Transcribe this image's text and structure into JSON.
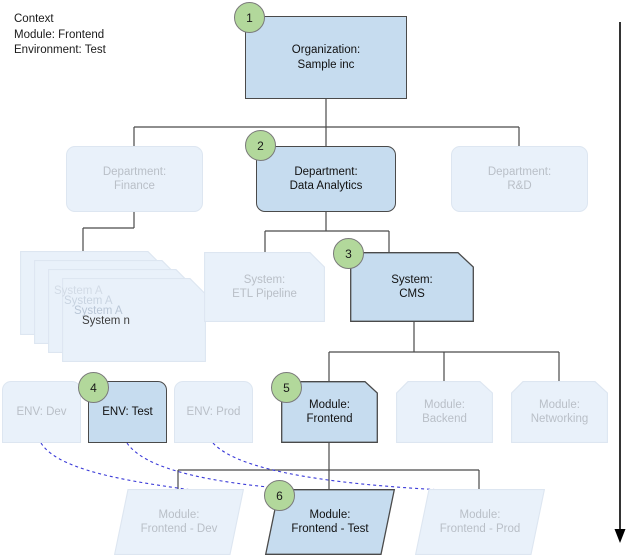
{
  "context": {
    "name": "diagram-context",
    "lines": "Context\nModule: Frontend\nEnvironment: Test"
  },
  "colors": {
    "active_fill": "#c6dcef",
    "active_border": "#4a4a4a",
    "active_text": "#111111",
    "inactive_fill": "#e9f1fa",
    "inactive_border": "#dde6f1",
    "inactive_text": "#b9bfc7",
    "badge_fill": "#b2d89b",
    "badge_border": "#7a7a7a",
    "edge": "#4a4a4a",
    "dashed_edge": "#3b3bd8",
    "arrow": "#000000"
  },
  "nodes": {
    "organization": {
      "label": "Organization:\nSample inc",
      "badge": "1",
      "state": "active"
    },
    "dept_finance": {
      "label": "Department:\nFinance",
      "state": "inactive"
    },
    "dept_data_analytics": {
      "label": "Department:\nData Analytics",
      "badge": "2",
      "state": "active"
    },
    "dept_rnd": {
      "label": "Department:\nR&D",
      "state": "inactive"
    },
    "system_stack": {
      "cards": [
        "System A",
        "System A",
        "System A",
        "System n"
      ],
      "state": "inactive"
    },
    "system_etl": {
      "label": "System:\nETL Pipeline",
      "state": "inactive"
    },
    "system_cms": {
      "label": "System:\nCMS",
      "badge": "3",
      "state": "active"
    },
    "env_dev": {
      "label": "ENV: Dev",
      "state": "inactive"
    },
    "env_test": {
      "label": "ENV: Test",
      "badge": "4",
      "state": "active"
    },
    "env_prod": {
      "label": "ENV: Prod",
      "state": "inactive"
    },
    "module_frontend": {
      "label": "Module:\nFrontend",
      "badge": "5",
      "state": "active"
    },
    "module_backend": {
      "label": "Module:\nBackend",
      "state": "inactive"
    },
    "module_networking": {
      "label": "Module:\nNetworking",
      "state": "inactive"
    },
    "module_frontend_dev": {
      "label": "Module:\nFrontend - Dev",
      "state": "inactive"
    },
    "module_frontend_test": {
      "label": "Module:\nFrontend - Test",
      "badge": "6",
      "state": "active"
    },
    "module_frontend_prod": {
      "label": "Module:\nFrontend - Prod",
      "state": "inactive"
    }
  }
}
